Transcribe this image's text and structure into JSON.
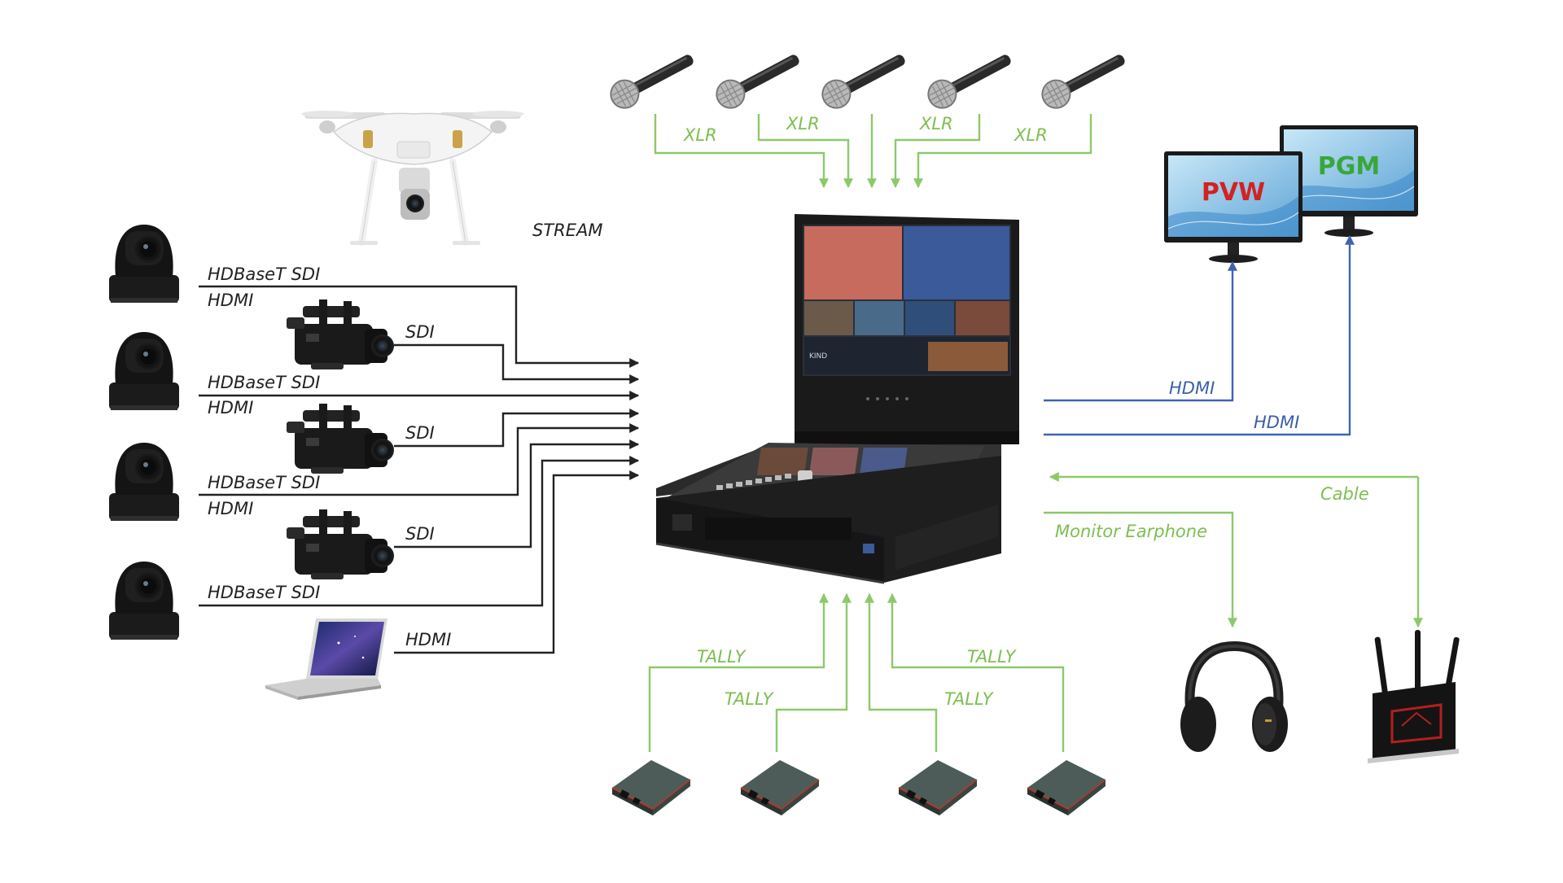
{
  "colors": {
    "video_wire": "#222222",
    "audio_wire": "#8cc96a",
    "output_wire": "#3f63b0",
    "pvw_text": "#d32222",
    "pgm_text": "#3aa63a"
  },
  "labels": {
    "stream": "STREAM",
    "xlr": "XLR",
    "hdbaset_sdi": "HDBaseT  SDI",
    "hdmi": "HDMI",
    "sdi": "SDI",
    "tally": "TALLY",
    "monitor_earphone": "Monitor Earphone",
    "cable": "Cable",
    "pvw": "PVW",
    "pgm": "PGM",
    "brand": "KIND"
  },
  "icons": {
    "drone": "drone-icon",
    "microphone": "microphone-icon",
    "ptz_camera": "ptz-camera-icon",
    "camcorder": "camcorder-icon",
    "laptop": "laptop-icon",
    "switcher": "portable-switcher-icon",
    "monitor": "monitor-icon",
    "headphones": "headphones-icon",
    "router": "router-icon",
    "tally_box": "tally-box-icon"
  }
}
